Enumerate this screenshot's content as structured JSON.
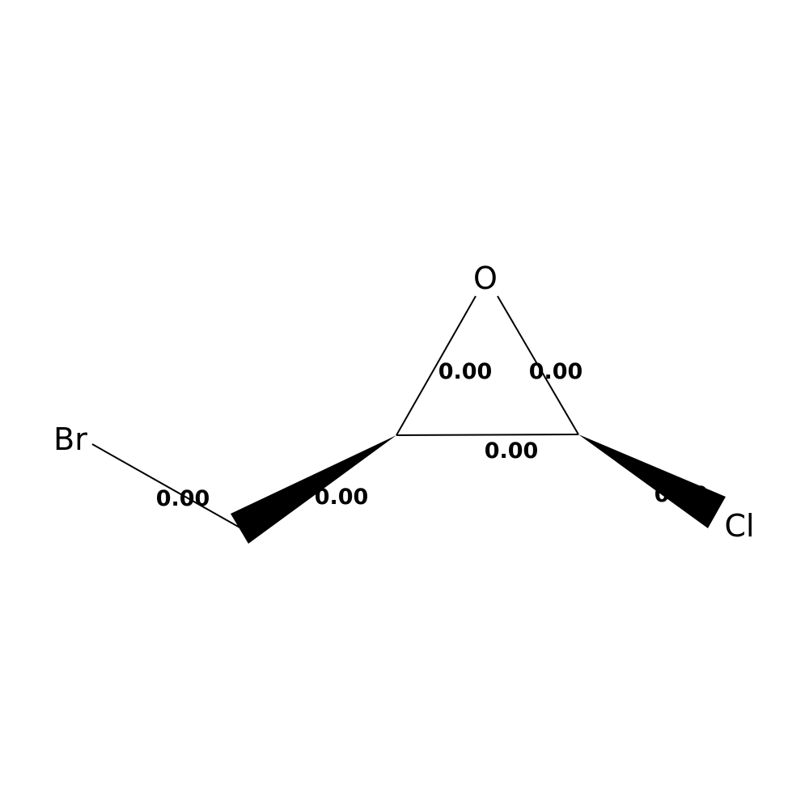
{
  "molecule": {
    "atoms": {
      "oxygen": "O",
      "bromine": "Br",
      "chlorine": "Cl"
    },
    "bond_labels": {
      "c2_o": "0.00",
      "o_c3": "0.00",
      "c2_c3": "0.00",
      "c2_ch2": "0.00",
      "ch2_br": "0.00",
      "c3_cl": "0.00"
    },
    "colors": {
      "bond": "#000000",
      "background": "#ffffff"
    }
  }
}
